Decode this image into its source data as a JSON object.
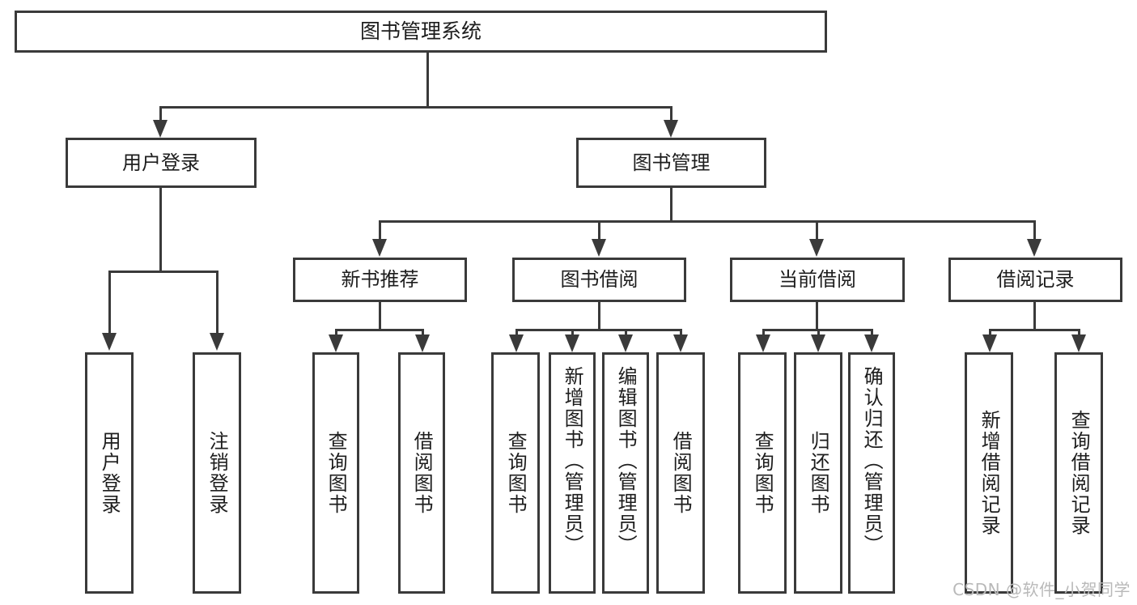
{
  "diagram": {
    "title": "图书管理系统",
    "type": "tree",
    "root": {
      "label": "图书管理系统",
      "children": [
        {
          "label": "用户登录",
          "children": [
            {
              "label": "用户登录"
            },
            {
              "label": "注销登录"
            }
          ]
        },
        {
          "label": "图书管理",
          "children": [
            {
              "label": "新书推荐",
              "children": [
                {
                  "label": "查询图书"
                },
                {
                  "label": "借阅图书"
                }
              ]
            },
            {
              "label": "图书借阅",
              "children": [
                {
                  "label": "查询图书"
                },
                {
                  "label": "新增图书（管理员）"
                },
                {
                  "label": "编辑图书（管理员）"
                },
                {
                  "label": "借阅图书"
                }
              ]
            },
            {
              "label": "当前借阅",
              "children": [
                {
                  "label": "查询图书"
                },
                {
                  "label": "归还图书"
                },
                {
                  "label": "确认归还（管理员）"
                }
              ]
            },
            {
              "label": "借阅记录",
              "children": [
                {
                  "label": "新增借阅记录"
                },
                {
                  "label": "查询借阅记录"
                }
              ]
            }
          ]
        }
      ]
    }
  },
  "watermark": {
    "text": "CSDN @软件_小贺同学"
  },
  "colors": {
    "stroke": "#3a3a3a",
    "text": "#1d1d1d",
    "background": "#ffffff",
    "watermark": "#b9b9b9"
  }
}
